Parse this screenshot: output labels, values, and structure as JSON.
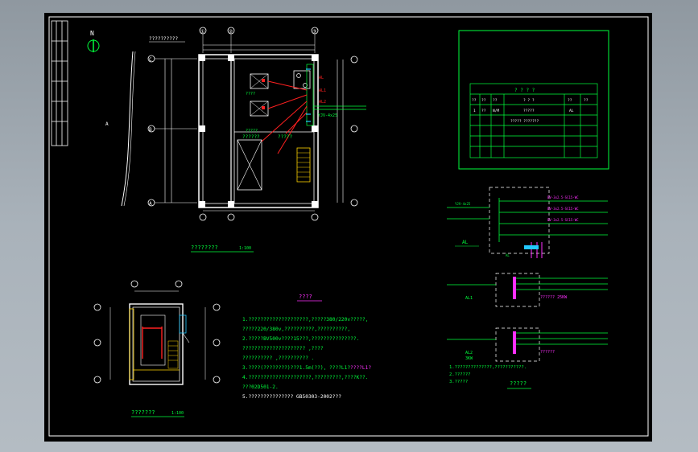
{
  "colors": {
    "background": "#000000",
    "frame": "#ffffff",
    "green": "#00ff3c",
    "red": "#ff2020",
    "magenta": "#ff30ff",
    "cyan": "#22c8ff",
    "yellow": "#ffd400",
    "white": "#ffffff"
  },
  "north": {
    "label": "N"
  },
  "plan": {
    "top_label": "??????????",
    "axis_numbers": [
      "①",
      "②",
      "③"
    ],
    "axis_letters": [
      "C",
      "B",
      "A"
    ],
    "room_left": "??????",
    "room_right": "?????",
    "panel_note_1": "?????",
    "panel_note_2": "????",
    "title": "????????",
    "scale": "1:100"
  },
  "lower_plan": {
    "title": "???????",
    "scale": "1:100"
  },
  "notes": {
    "heading": "????",
    "lines": [
      "1.????????????????????,?????380/220v?????,",
      "  ?????220/380v,??????????,??????????,",
      "2.?????BV500v????15???,???????????????.",
      "  ????????????????????? ,????",
      "  ?????????? ,?????????? .",
      "3.????(????????)???1.5m(??),     ????L1?",
      "4.?????????????????????,?????????,????K??.",
      "  ???02D501-2.",
      "5.??????????????? GB50303-2002???"
    ],
    "magenta_fragment": "????L1?"
  },
  "table": {
    "title": "? ? ? ?",
    "headers": [
      "??",
      "??",
      "??",
      "? ? ?",
      "??",
      "??"
    ],
    "row1": [
      "1",
      "??",
      "N/M",
      "?????",
      "AL",
      ""
    ],
    "row2": [
      "",
      "",
      "",
      "?????  ???????",
      "",
      ""
    ]
  },
  "schematic": {
    "panel_label": "AL",
    "circuits_top": [
      "BV-3x2.5-SC15-WC",
      "BV-3x2.5-SC15-WC",
      "BV-3x2.5-SC15-WC"
    ],
    "panel2_label": "AL1",
    "panel2_text": "?????? 25KW",
    "panel3_label": "AL2",
    "panel3_text": "??????",
    "panel3_sub": "3KW",
    "bottom_notes": [
      "1.??????????????,???????????.",
      "2.??????",
      "3.?????"
    ],
    "title": "?????"
  }
}
